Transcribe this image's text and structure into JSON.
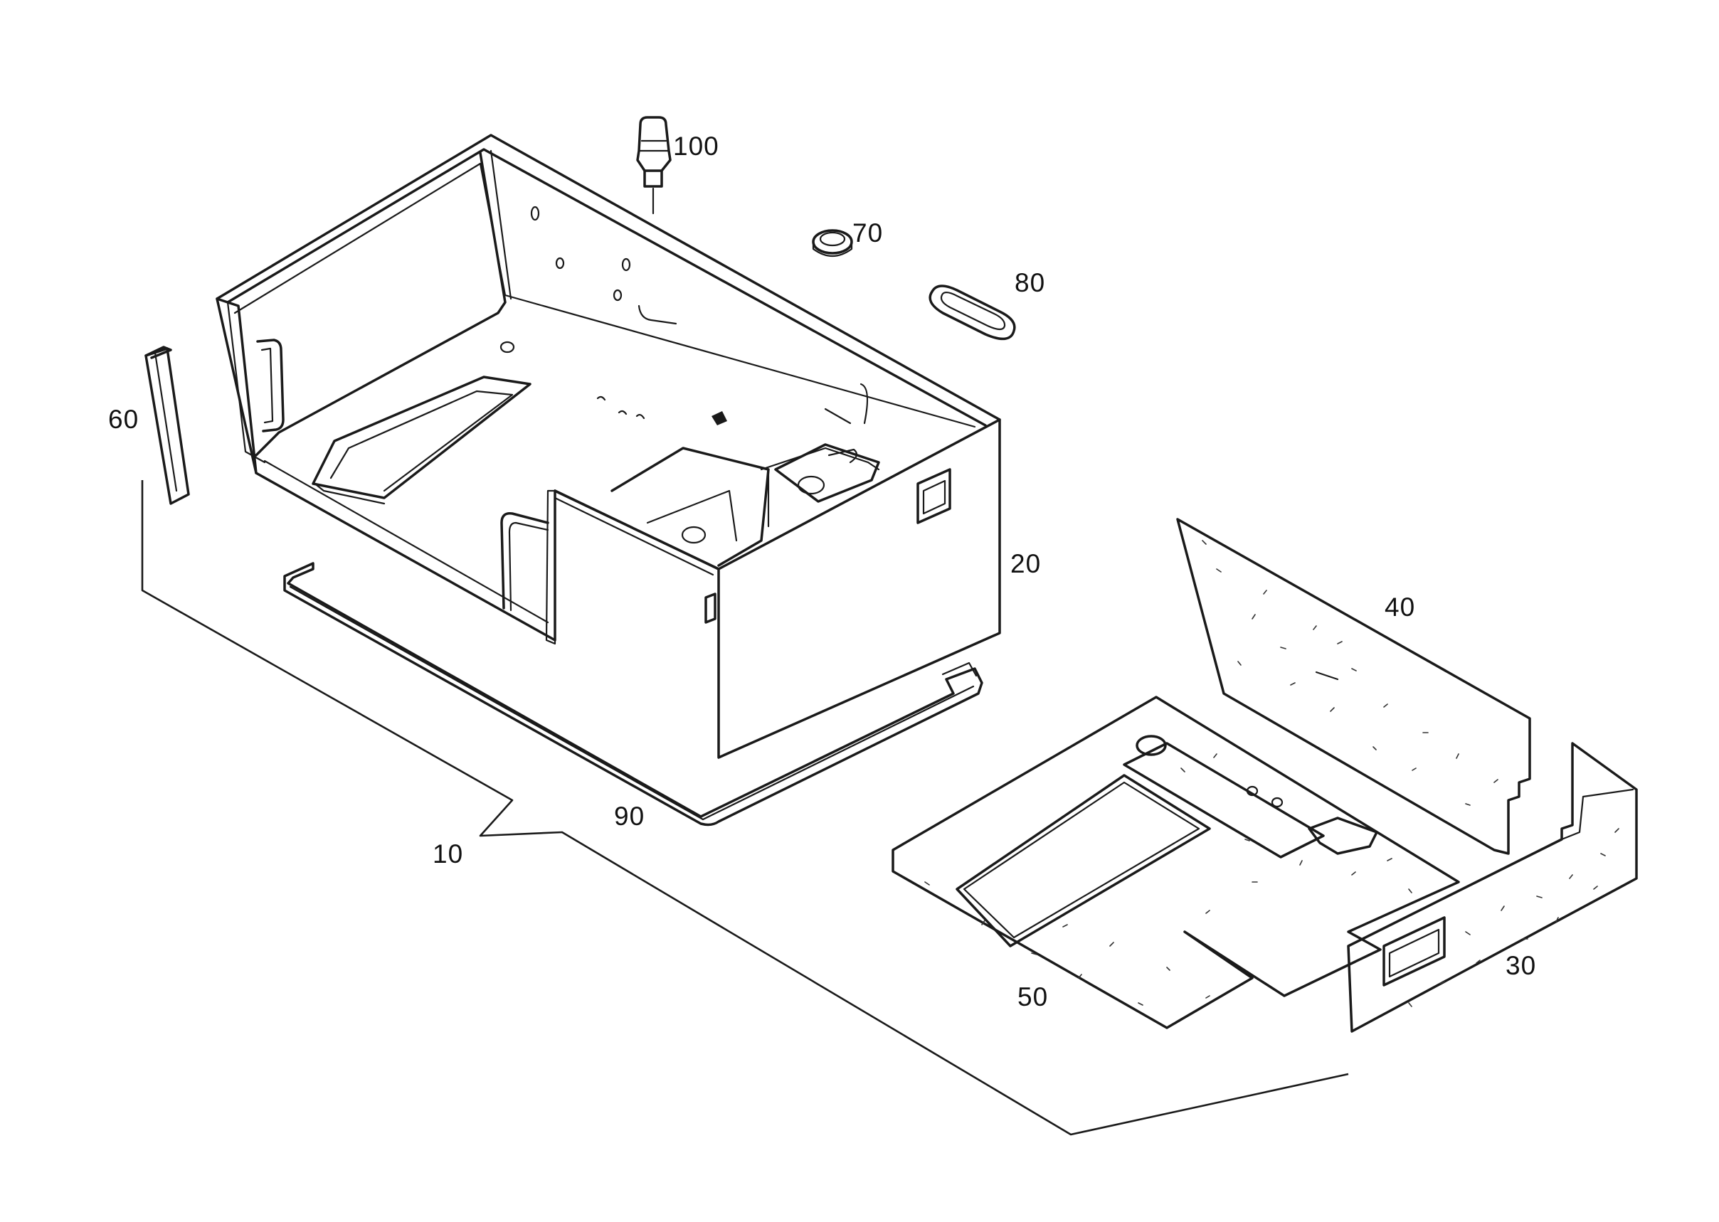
{
  "callouts": {
    "c100": "100",
    "c70": "70",
    "c80": "80",
    "c60": "60",
    "c20": "20",
    "c40": "40",
    "c90": "90",
    "c10": "10",
    "c50": "50",
    "c30": "30"
  }
}
